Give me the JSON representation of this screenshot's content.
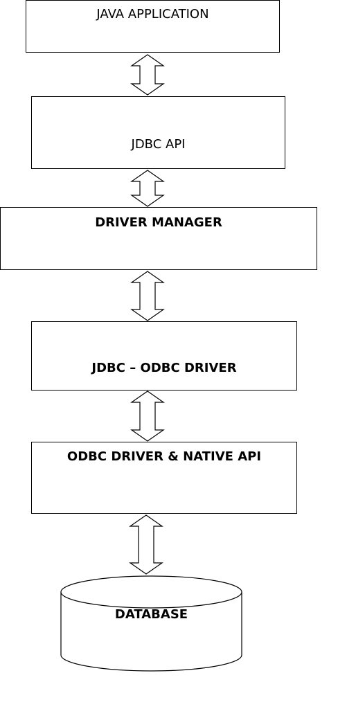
{
  "boxes": {
    "java_application": "JAVA APPLICATION",
    "jdbc_api": "JDBC API",
    "driver_manager": "DRIVER MANAGER",
    "jdbc_odbc_driver": "JDBC – ODBC DRIVER",
    "odbc_driver_native_api": "ODBC DRIVER & NATIVE API"
  },
  "database": {
    "label": "DATABASE"
  },
  "colors": {
    "stroke": "#000000",
    "background": "#ffffff"
  }
}
